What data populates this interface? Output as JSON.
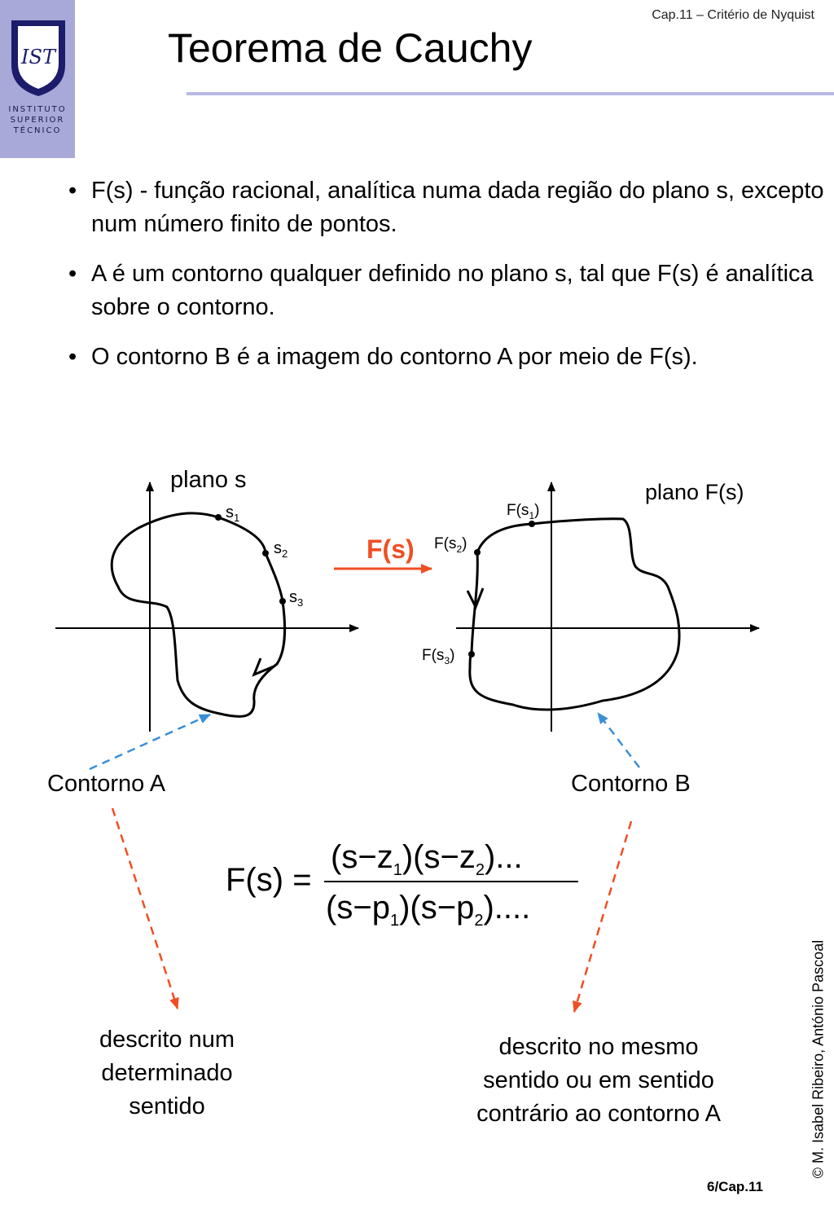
{
  "logo": {
    "icon": "ist-shield-logo",
    "monogram": "IST",
    "lines": [
      "INSTITUTO",
      "SUPERIOR",
      "TÉCNICO"
    ],
    "bg_color": "#a9a9d9"
  },
  "header": {
    "chapter": "Cap.11 – Critério de Nyquist",
    "title": "Teorema de Cauchy",
    "rule_color": "#b8b8e6"
  },
  "bullets": [
    "F(s) - função racional, analítica numa dada região do plano s, excepto num número finito de pontos.",
    "A é um contorno qualquer definido no plano s, tal que F(s) é analítica sobre o contorno.",
    "O contorno B é a imagem do contorno A por meio de F(s)."
  ],
  "diagram": {
    "plane_s_label": "plano s",
    "plane_F_label": "plano F(s)",
    "points_s": [
      {
        "base": "s",
        "sub": "1"
      },
      {
        "base": "s",
        "sub": "2"
      },
      {
        "base": "s",
        "sub": "3"
      }
    ],
    "points_F": [
      {
        "base": "F(s",
        "sub": "1",
        "close": ")"
      },
      {
        "base": "F(s",
        "sub": "2",
        "close": ")"
      },
      {
        "base": "F(s",
        "sub": "3",
        "close": ")"
      }
    ],
    "mapping_label": "F(s)",
    "mapping_color": "#f04e23",
    "contour_A_label": "Contorno A",
    "contour_B_label": "Contorno B",
    "blue_arrow_color": "#3a8fd8",
    "red_arrow_color": "#f04e23"
  },
  "formula": {
    "lhs": "F(s)",
    "eq": "=",
    "numerator": {
      "a": "(s",
      "m1": "−",
      "z": "z",
      "sub1": "1",
      "b": ")(s",
      "m2": "−",
      "sub2": "2",
      "tail": ")..."
    },
    "denominator": {
      "a": "(s",
      "m1": "−",
      "p": "p",
      "sub1": "1",
      "b": ")(s",
      "m2": "−",
      "sub2": "2",
      "tail": ")...."
    }
  },
  "descriptions": {
    "left": [
      "descrito num",
      "determinado",
      "sentido"
    ],
    "right": [
      "descrito no mesmo",
      "sentido ou em sentido",
      "contrário ao contorno A"
    ]
  },
  "footer": {
    "copyright": "© M. Isabel Ribeiro, António Pascoal",
    "page": "6/Cap.11"
  }
}
